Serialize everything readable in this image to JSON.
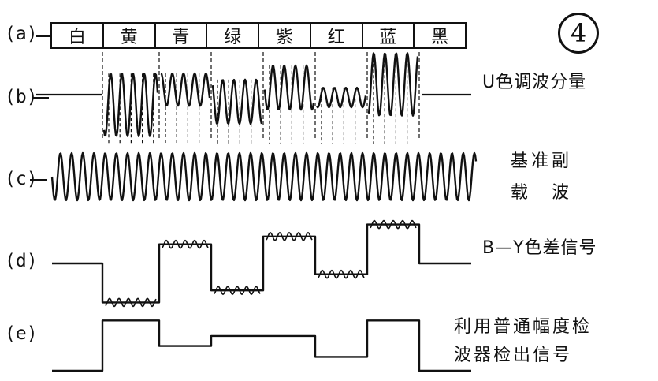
{
  "badge": "4",
  "row_labels": {
    "a": "(a)",
    "b": "(b)",
    "c": "(c)",
    "d": "(d)",
    "e": "(e)"
  },
  "color_bar": [
    "白",
    "黄",
    "青",
    "绿",
    "紫",
    "红",
    "蓝",
    "黑"
  ],
  "labels": {
    "b": "U色调波分量",
    "c1": "基准副",
    "c2": "载　波",
    "d": "B—Y色差信号",
    "e1": "利用普通幅度检",
    "e2": "波器检出信号"
  },
  "signal_levels": {
    "by_diff": [
      0.0,
      -0.65,
      0.32,
      -0.45,
      0.45,
      -0.18,
      0.65,
      0.0
    ],
    "detected": [
      0.0,
      0.65,
      0.32,
      0.45,
      0.45,
      0.18,
      0.65,
      0.0
    ]
  }
}
